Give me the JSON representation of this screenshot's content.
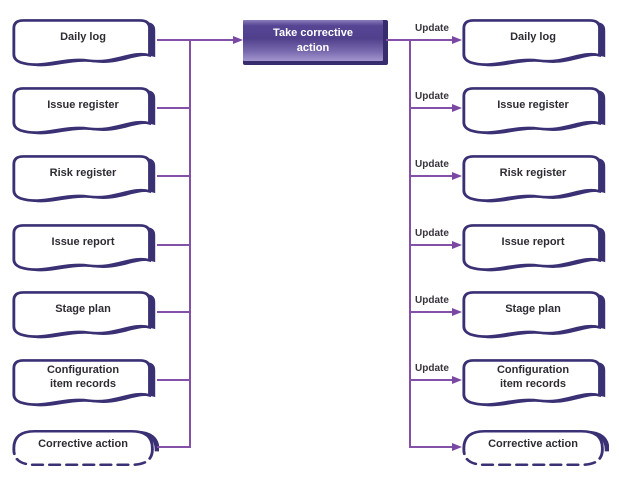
{
  "diagram": {
    "center_box": {
      "label": "Take corrective\naction"
    },
    "left_column": {
      "items": [
        {
          "label": "Daily log",
          "shape": "document"
        },
        {
          "label": "Issue register",
          "shape": "document"
        },
        {
          "label": "Risk register",
          "shape": "document"
        },
        {
          "label": "Issue report",
          "shape": "document"
        },
        {
          "label": "Stage plan",
          "shape": "document"
        },
        {
          "label": "Configuration\nitem records",
          "shape": "document"
        },
        {
          "label": "Corrective action",
          "shape": "rounded-dashed"
        }
      ]
    },
    "right_column": {
      "items": [
        {
          "label": "Daily log",
          "shape": "document",
          "edge_label": "Update"
        },
        {
          "label": "Issue register",
          "shape": "document",
          "edge_label": "Update"
        },
        {
          "label": "Risk register",
          "shape": "document",
          "edge_label": "Update"
        },
        {
          "label": "Issue report",
          "shape": "document",
          "edge_label": "Update"
        },
        {
          "label": "Stage plan",
          "shape": "document",
          "edge_label": "Update"
        },
        {
          "label": "Configuration\nitem records",
          "shape": "document",
          "edge_label": "Update"
        },
        {
          "label": "Corrective action",
          "shape": "rounded-dashed",
          "edge_label": ""
        }
      ]
    },
    "colors": {
      "node_border": "#3a3174",
      "node_fill": "#ffffff",
      "connector": "#8352a8",
      "arrowhead": "#7a47a3",
      "box_gradient_dark": "#50408c",
      "box_gradient_light": "#a396cd",
      "box_edge": "#372c6e",
      "label_text": "#2f2b33",
      "box_text": "#ffffff"
    }
  }
}
